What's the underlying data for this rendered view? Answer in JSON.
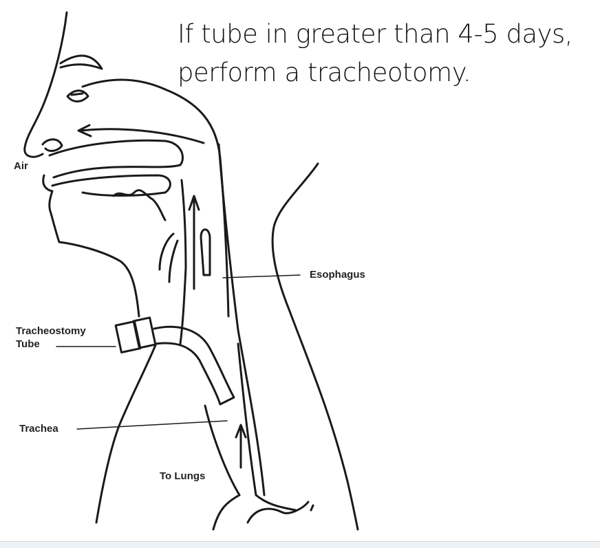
{
  "title": {
    "line1": "If tube in greater than 4-5 days,",
    "line2": "perform a tracheotomy."
  },
  "labels": {
    "air": "Air",
    "esophagus": "Esophagus",
    "tracheostomy_line1": "Tracheostomy",
    "tracheostomy_line2": "Tube",
    "trachea": "Trachea",
    "to_lungs": "To Lungs"
  },
  "colors": {
    "ink": "#1a1a1a",
    "background": "#ffffff"
  }
}
